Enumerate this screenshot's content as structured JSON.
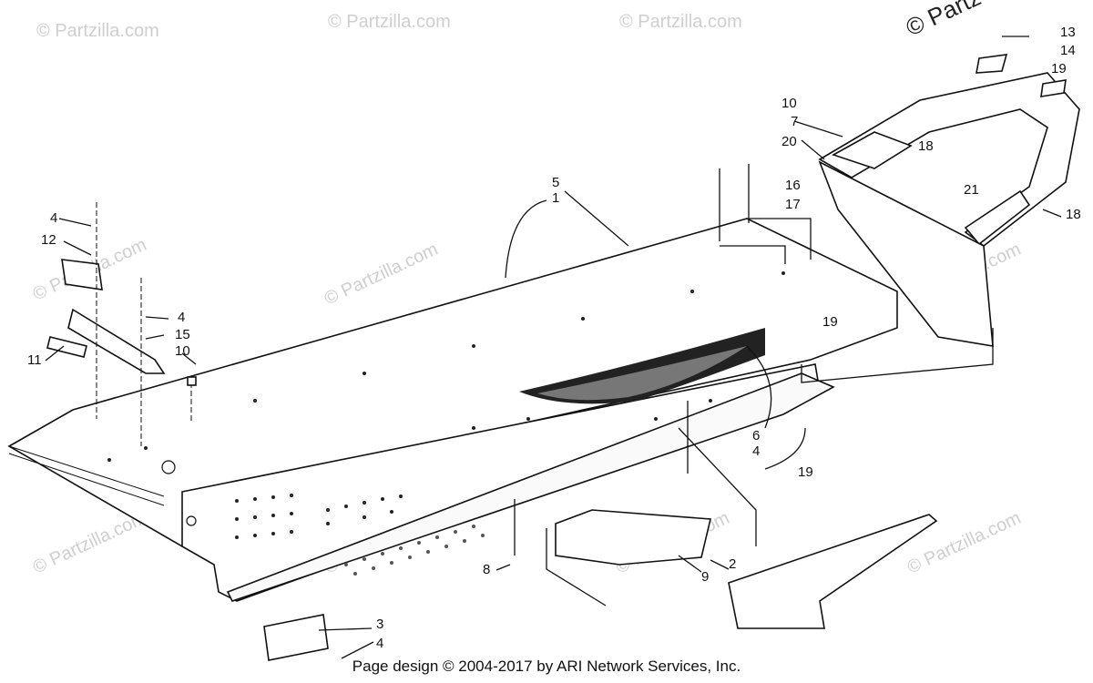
{
  "watermark": {
    "site": "© Partzilla.com",
    "corner": "© Partz"
  },
  "callouts": [
    "1",
    "2",
    "3",
    "4",
    "4",
    "4",
    "4",
    "5",
    "6",
    "7",
    "8",
    "9",
    "10",
    "10",
    "11",
    "12",
    "13",
    "14",
    "15",
    "16",
    "17",
    "18",
    "18",
    "19",
    "19",
    "19",
    "20",
    "21"
  ],
  "footer": "Page design © 2004-2017 by ARI Network Services, Inc."
}
